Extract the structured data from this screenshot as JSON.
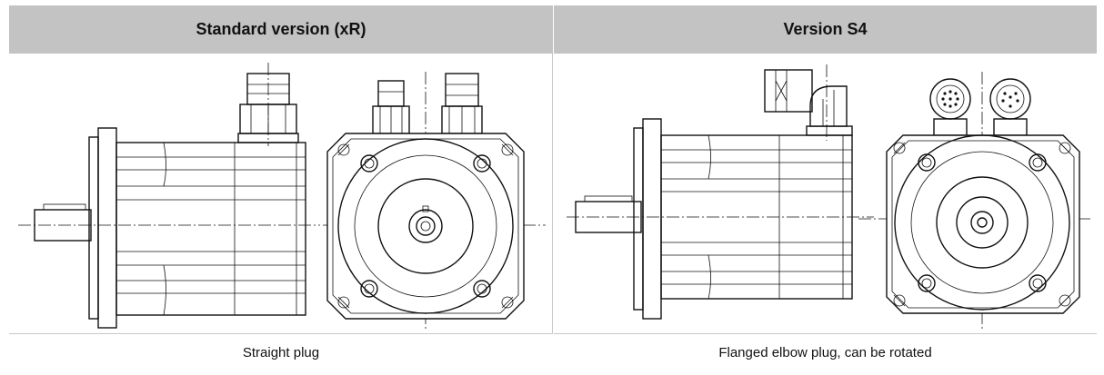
{
  "left_panel": {
    "header": "Standard version (xR)",
    "caption": "Straight plug"
  },
  "right_panel": {
    "header": "Version S4",
    "caption": "Flanged elbow plug, can be rotated"
  },
  "colors": {
    "header_bg": "#c3c3c3",
    "line": "#111111",
    "divider": "#c8c8c8"
  }
}
